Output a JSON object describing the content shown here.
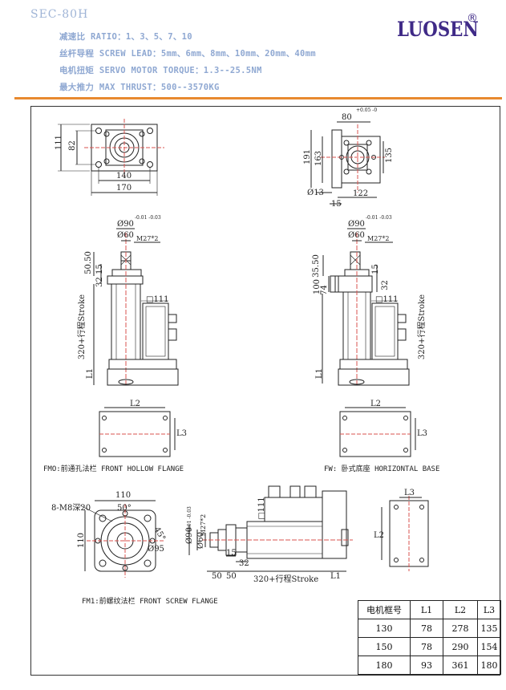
{
  "header": {
    "model": "SEC-80H",
    "specs": [
      "减速比 RATIO：1、3、5、7、10",
      "丝杆导程 SCREW LEAD：5mm、6mm、8mm、10mm、20mm、40mm",
      "电机扭矩 SERVO MOTOR TORQUE：1.3--25.5NM",
      "最大推力 MAX THRUST：500--3570KG"
    ],
    "brand": "LUOSEN",
    "brand_mark": "®"
  },
  "colors": {
    "accent_line": "#e8892f",
    "brand": "#3f2a87",
    "spec_text": "#8fa8d2",
    "center_lines": "#d9534f"
  },
  "dimensions": {
    "d111": "111",
    "d82": "82",
    "d140": "140",
    "d170": "170",
    "d80": "80",
    "d80_tol": "+0.05 -0",
    "d191": "191",
    "d163": "163",
    "d135": "135",
    "d13": "Ø13",
    "d122": "122",
    "d15": "15",
    "phi90": "Ø90",
    "phi90_tol": "-0.01 -0.03",
    "phi60": "Ø60",
    "m27": "M27*2",
    "d50_50": "50.50",
    "d15b": "15",
    "d32": "32",
    "sq111": "□111",
    "stroke_v": "320+行程Stroke",
    "l1": "L1",
    "d3550": "35.50",
    "d100": "100",
    "d74": "74",
    "l2": "L2",
    "l3": "L3",
    "d110": "110",
    "m8": "8-M8深20",
    "deg50": "50°",
    "deg45": "45°",
    "phi95": "Ø95",
    "bottom_50": "50",
    "bottom_50b": "50",
    "stroke_h": "320+行程Stroke"
  },
  "captions": {
    "fmo": "FMO:前通孔法栏 FRONT HOLLOW FLANGE",
    "fw": "FW: 卧式底座 HORIZONTAL BASE",
    "fm1": "FM1:前螺纹法栏 FRONT SCREW FLANGE"
  },
  "table": {
    "headers": [
      "电机框号",
      "L1",
      "L2",
      "L3"
    ],
    "rows": [
      [
        "130",
        "78",
        "278",
        "135"
      ],
      [
        "150",
        "78",
        "290",
        "154"
      ],
      [
        "180",
        "93",
        "361",
        "180"
      ]
    ]
  }
}
